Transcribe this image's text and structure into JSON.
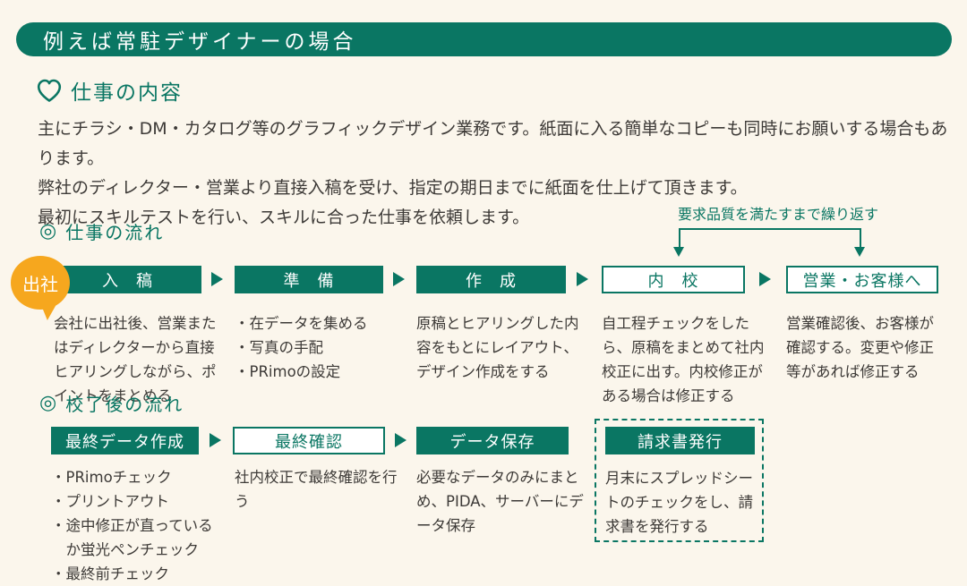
{
  "marker": "◎",
  "colors": {
    "green": "#0A7663",
    "orange": "#F6A71E",
    "background": "#FBF6EC",
    "text": "#3D3A37"
  },
  "page": {
    "title": "例えば常駐デザイナーの場合"
  },
  "intro": {
    "heading": "仕事の内容",
    "lines": [
      "主にチラシ・DM・カタログ等のグラフィックデザイン業務です。紙面に入る簡単なコピーも同時にお願いする場合もあります。",
      "弊社のディレクター・営業より直接入稿を受け、指定の期日までに紙面を仕上げて頂きます。",
      "最初にスキルテストを行い、スキルに合った仕事を依頼します。"
    ]
  },
  "workflow": {
    "heading": "仕事の流れ",
    "badge": "出社",
    "annotation": "要求品質を満たすまで繰り返す",
    "steps": [
      {
        "label": "入　稿",
        "style": "solid",
        "desc": "会社に出社後、営業またはディレクターから直接ヒアリングしながら、ポイントをまとめる"
      },
      {
        "label": "準　備",
        "style": "solid",
        "desc": "・在データを集める\n・写真の手配\n・PRimoの設定"
      },
      {
        "label": "作　成",
        "style": "solid",
        "desc": "原稿とヒアリングした内容をもとにレイアウト、デザイン作成をする"
      },
      {
        "label": "内　校",
        "style": "outline",
        "desc": "自工程チェックをしたら、原稿をまとめて社内校正に出す。内校修正がある場合は修正する"
      },
      {
        "label": "営業・お客様へ",
        "style": "outline",
        "desc": "営業確認後、お客様が確認する。変更や修正等があれば修正する"
      }
    ]
  },
  "afterflow": {
    "heading": "校了後の流れ",
    "steps": [
      {
        "label": "最終データ作成",
        "style": "solid",
        "desc": "・PRimoチェック\n・プリントアウト\n・途中修正が直っている\n　か蛍光ペンチェック\n・最終前チェック"
      },
      {
        "label": "最終確認",
        "style": "outline",
        "desc": "社内校正で最終確認を行う"
      },
      {
        "label": "データ保存",
        "style": "solid",
        "desc": "必要なデータのみにまとめ、PIDA、サーバーにデータ保存"
      },
      {
        "label": "請求書発行",
        "style": "solid-in-dashed",
        "desc": "月末にスプレッドシートのチェックをし、請求書を発行する"
      }
    ]
  }
}
